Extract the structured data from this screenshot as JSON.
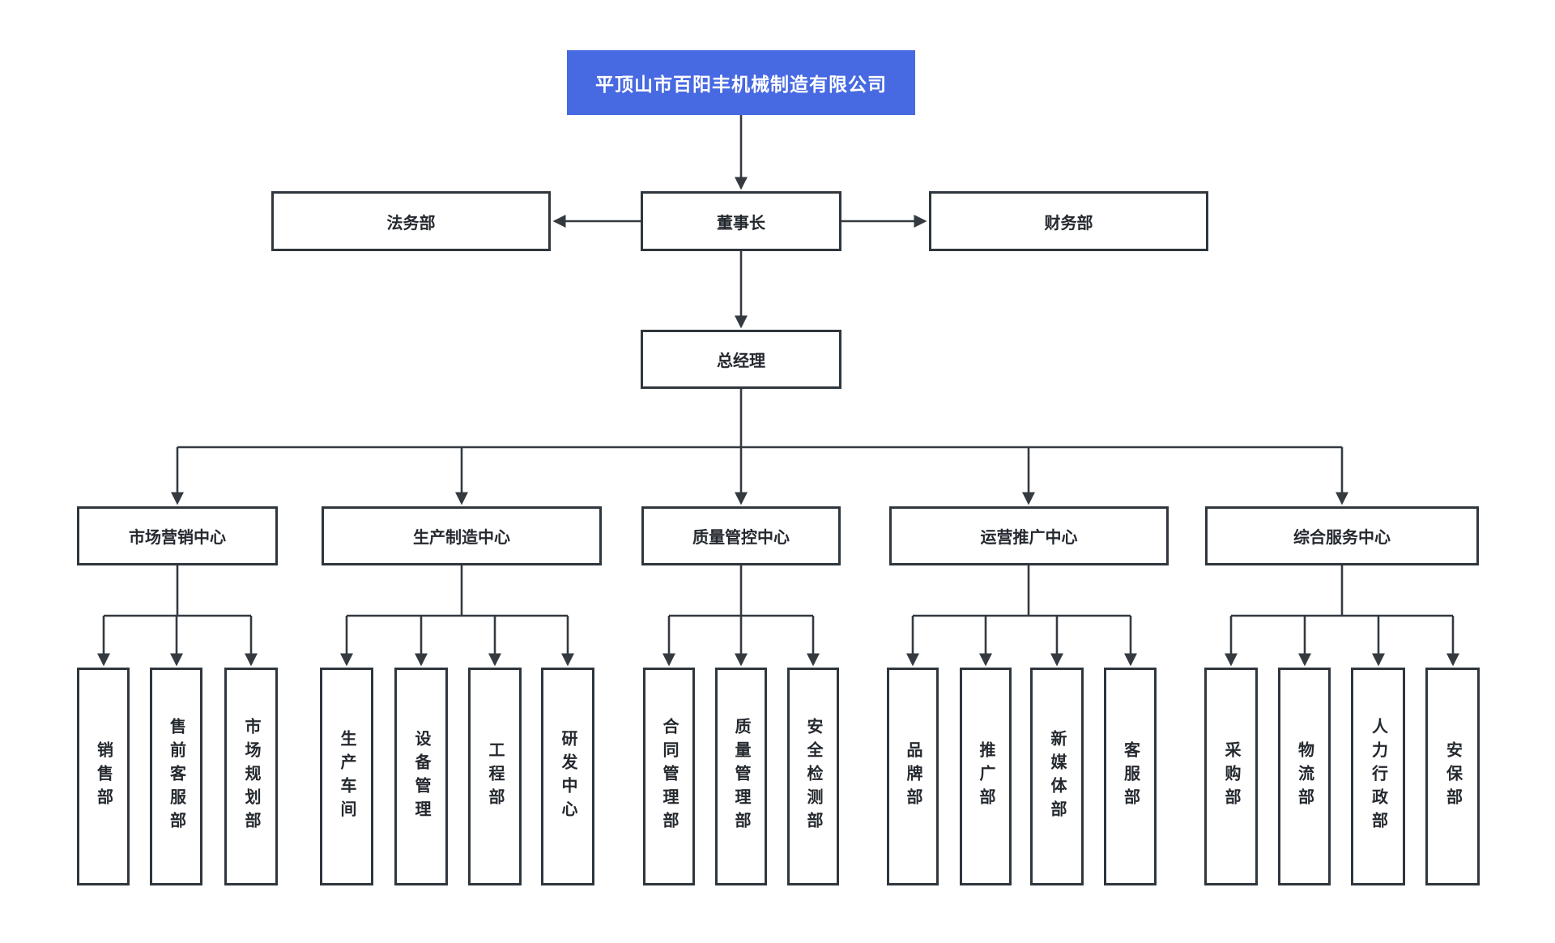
{
  "org": {
    "root": {
      "label": "平顶山市百阳丰机械制造有限公司"
    },
    "level2": [
      {
        "label": "法务部"
      },
      {
        "label": "董事长"
      },
      {
        "label": "财务部"
      }
    ],
    "general_manager": {
      "label": "总经理"
    },
    "centers": [
      {
        "label": "市场营销中心",
        "departments": [
          "销售部",
          "售前客服部",
          "市场规划部"
        ]
      },
      {
        "label": "生产制造中心",
        "departments": [
          "生产车间",
          "设备管理",
          "工程部",
          "研发中心"
        ]
      },
      {
        "label": "质量管控中心",
        "departments": [
          "合同管理部",
          "质量管理部",
          "安全检测部"
        ]
      },
      {
        "label": "运营推广中心",
        "departments": [
          "品牌部",
          "推广部",
          "新媒体部",
          "客服部"
        ]
      },
      {
        "label": "综合服务中心",
        "departments": [
          "采购部",
          "物流部",
          "人力行政部",
          "安保部"
        ]
      }
    ],
    "colors": {
      "root_bg": "#4769e1",
      "root_text": "#ffffff",
      "box_border": "#2f363d",
      "connector": "#343a40",
      "text": "#24292f",
      "background": "#ffffff"
    }
  }
}
